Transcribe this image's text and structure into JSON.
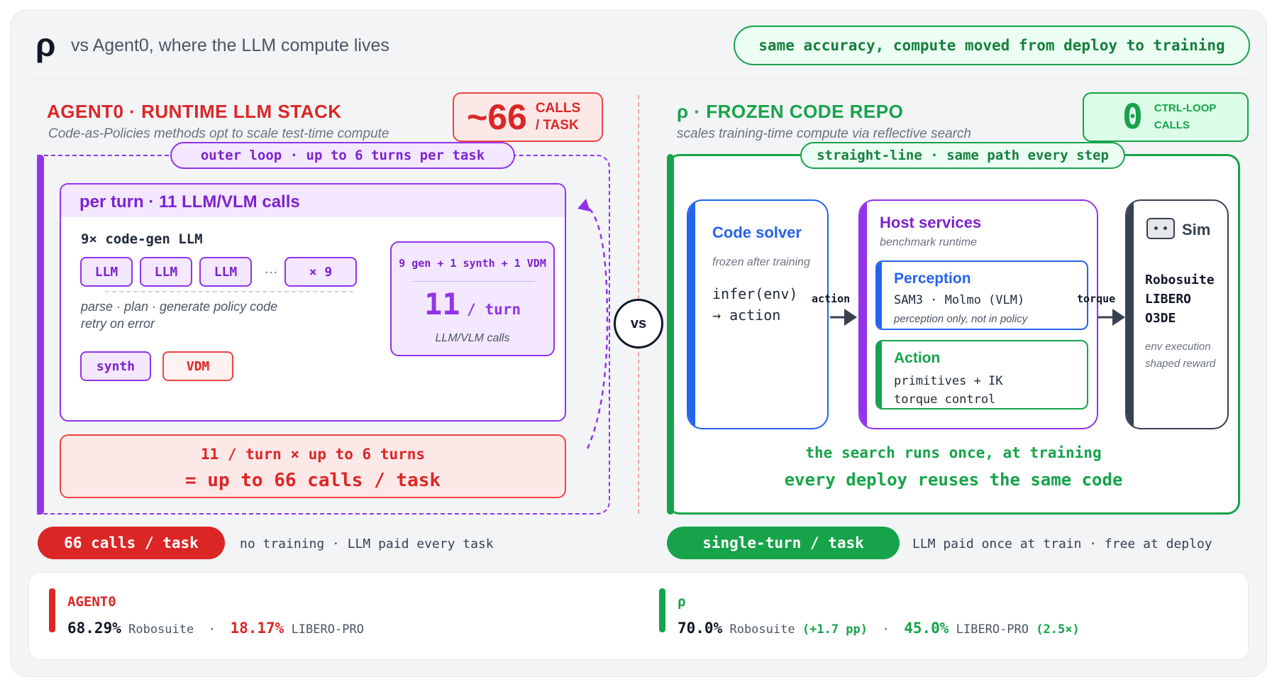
{
  "header": {
    "logo": "ρ",
    "title": "vs Agent0, where the LLM compute lives",
    "pill": "same accuracy, compute moved from deploy to training"
  },
  "left": {
    "title": "AGENT0 · RUNTIME LLM STACK",
    "subtitle": "Code-as-Policies methods opt to scale test-time compute",
    "badge_number": "~66",
    "badge_units": [
      "CALLS",
      "/ TASK"
    ],
    "outer_loop_label": "outer loop · up to 6 turns per task",
    "per_turn_title": "per turn · 11 LLM/VLM calls",
    "codegen_label": "9× code-gen LLM",
    "llm_chips": [
      "LLM",
      "LLM",
      "LLM"
    ],
    "ellipsis": "…",
    "times_chip": "× 9",
    "parse_text": [
      "parse · plan · generate policy code",
      "retry on error"
    ],
    "synth_chip": "synth",
    "vdm_chip": "VDM",
    "per_turn_calc": "9 gen + 1 synth + 1 VDM",
    "per_turn_number": "11",
    "per_turn_unit": "/ turn",
    "per_turn_sub": "LLM/VLM calls",
    "total_line1": "11 / turn × up to 6 turns",
    "total_line2": "= up to 66 calls / task",
    "footer_pill": "66 calls / task",
    "footer_note": "no training · LLM paid every task"
  },
  "vs_label": "vs",
  "right": {
    "title": "ρ · FROZEN CODE REPO",
    "subtitle": "scales training-time compute via reflective search",
    "badge_number": "0",
    "badge_units": [
      "CTRL-LOOP",
      "CALLS"
    ],
    "straight_line_label": "straight-line · same path every step",
    "solver": {
      "title": "Code solver",
      "subtitle": "frozen after training",
      "code": [
        "infer(env)",
        "→ action"
      ]
    },
    "arrow1_label": "action",
    "host": {
      "title": "Host services",
      "subtitle": "benchmark runtime",
      "perception": {
        "title": "Perception",
        "models": "SAM3 · Molmo (VLM)",
        "note": "perception only, not in policy"
      },
      "action": {
        "title": "Action",
        "lines": [
          "primitives + IK",
          "torque control"
        ]
      }
    },
    "arrow2_label": "torque",
    "sim": {
      "title": "Sim",
      "icon": "robot-face-icon",
      "envs": [
        "Robosuite",
        "LIBERO",
        "O3DE"
      ],
      "notes": [
        "env execution",
        "shaped reward"
      ]
    },
    "search_line1": "the search runs once, at training",
    "search_line2": "every deploy reuses the same code",
    "footer_pill": "single-turn / task",
    "footer_note": "LLM paid once at train · free at deploy"
  },
  "results": {
    "left": {
      "name": "AGENT0",
      "robosuite_value": "68.29%",
      "robosuite_label": "Robosuite",
      "separator": "·",
      "libero_value": "18.17%",
      "libero_label": "LIBERO-PRO"
    },
    "right": {
      "name": "ρ",
      "robosuite_value": "70.0%",
      "robosuite_label": "Robosuite",
      "robosuite_delta": "(+1.7 pp)",
      "separator": "·",
      "libero_value": "45.0%",
      "libero_label": "LIBERO-PRO",
      "libero_delta": "(2.5×)"
    }
  },
  "colors": {
    "red": "#dc2626",
    "green": "#16a34a",
    "purple": "#9333ea",
    "blue": "#2563eb",
    "slate": "#374151"
  }
}
